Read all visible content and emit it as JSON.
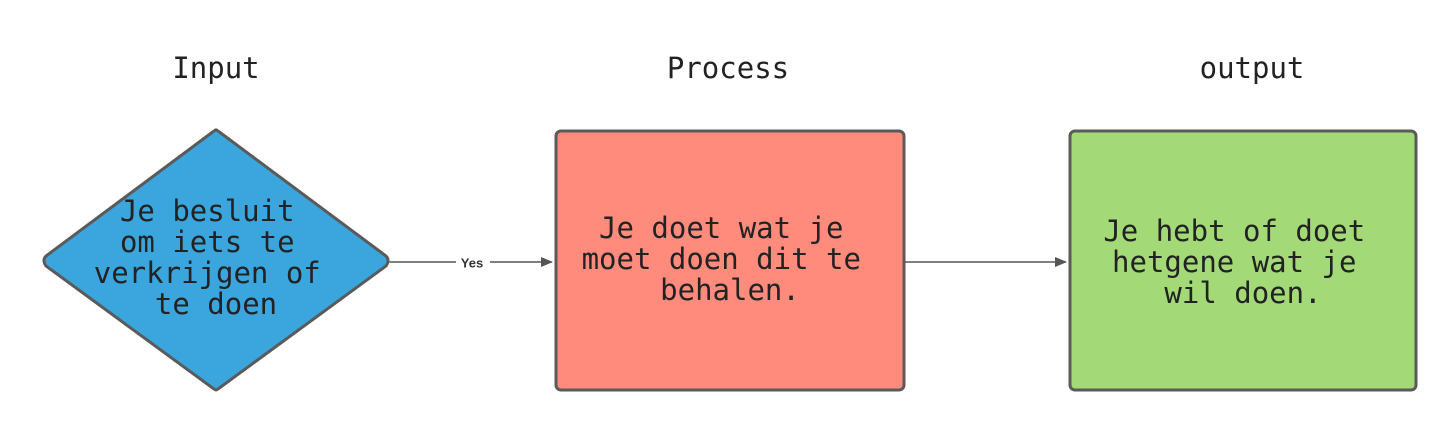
{
  "columns": {
    "input": "Input",
    "process": "Process",
    "output": "output"
  },
  "nodes": {
    "decision": {
      "lines": [
        "Je besluit",
        "om iets te",
        "verkrijgen of",
        "te doen"
      ],
      "fill": "#3aa6dd"
    },
    "process": {
      "lines": [
        "Je doet wat je",
        "moet doen dit te",
        "behalen."
      ],
      "fill": "#fe8b7c"
    },
    "output": {
      "lines": [
        "Je hebt of doet",
        "hetgene wat je",
        "wil doen."
      ],
      "fill": "#a3d977"
    }
  },
  "edges": {
    "decision_to_process": {
      "label": "Yes"
    },
    "process_to_output": {
      "label": ""
    }
  },
  "colors": {
    "stroke": "#5a5a5a",
    "edge": "#555555",
    "text": "#222222"
  }
}
